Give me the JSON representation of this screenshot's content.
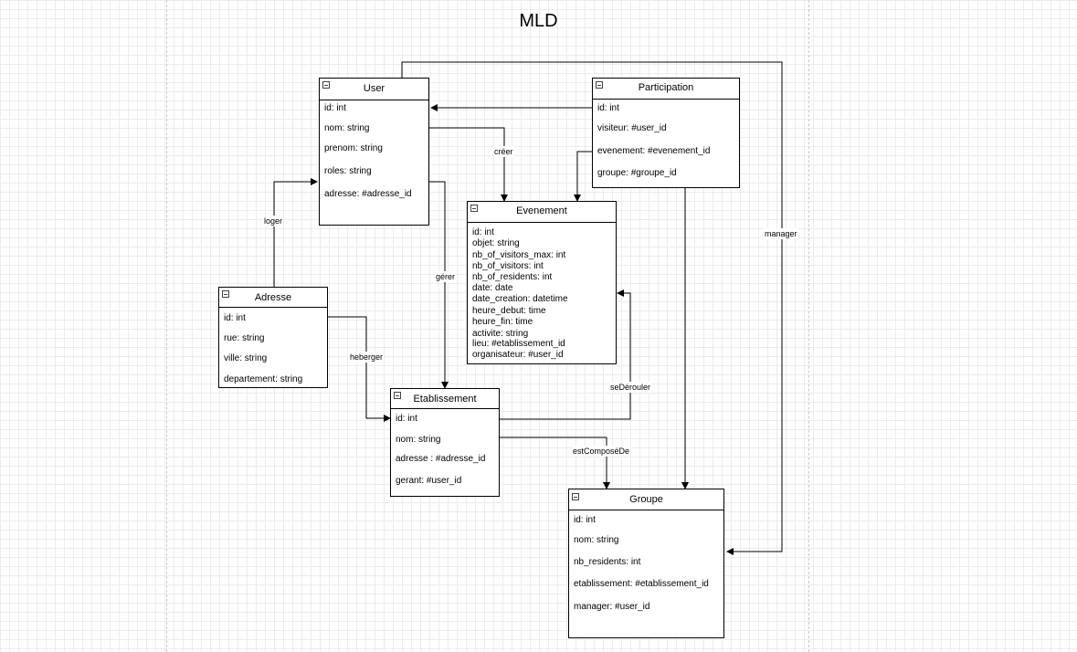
{
  "diagram": {
    "title": "MLD",
    "entities": {
      "user": {
        "name": "User",
        "fields": [
          "id: int",
          "nom: string",
          "prenom: string",
          "roles: string",
          "adresse: #adresse_id"
        ]
      },
      "participation": {
        "name": "Participation",
        "fields": [
          "id: int",
          "visiteur: #user_id",
          "evenement: #evenement_id",
          "groupe: #groupe_id"
        ]
      },
      "evenement": {
        "name": "Evenement",
        "fields": [
          "id: int",
          "objet: string",
          "nb_of_visitors_max: int",
          "nb_of_visitors: int",
          "nb_of_residents: int",
          "date: date",
          "date_creation: datetime",
          "heure_debut: time",
          "heure_fin: time",
          "activite: string",
          "lieu: #etablissement_id",
          "organisateur: #user_id"
        ]
      },
      "adresse": {
        "name": "Adresse",
        "fields": [
          "id: int",
          "rue: string",
          "ville: string",
          "departement: string"
        ]
      },
      "etablissement": {
        "name": "Etablissement",
        "fields": [
          "id: int",
          "nom: string",
          "adresse : #adresse_id",
          "gerant: #user_id"
        ]
      },
      "groupe": {
        "name": "Groupe",
        "fields": [
          "id: int",
          "nom: string",
          "nb_residents: int",
          "etablissement: #etablissement_id",
          "manager: #user_id"
        ]
      }
    },
    "relations": {
      "creer": "créer",
      "loger": "loger",
      "gerer": "gérer",
      "heberger": "heberger",
      "sederouler": "seDérouler",
      "estcomposede": "estComposéDe",
      "manager": "manager"
    }
  }
}
